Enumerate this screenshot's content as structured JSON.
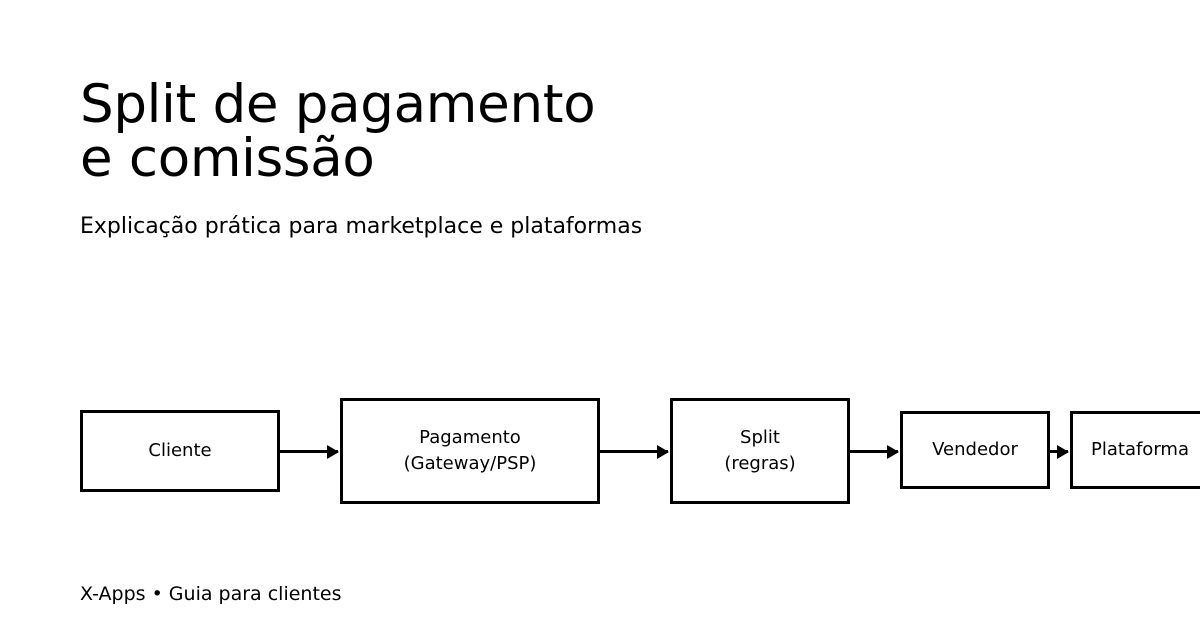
{
  "slide": {
    "background_color": "#ffffff",
    "text_color": "#000000",
    "title": "Split de pagamento\ne comissão",
    "subtitle": "Explicação prática para marketplace e plataformas",
    "footer": "X-Apps • Guia para clientes"
  },
  "diagram": {
    "type": "flow",
    "orientation": "horizontal",
    "stroke_color": "#000000",
    "fill_color": "#ffffff",
    "nodes": [
      {
        "label": "Cliente"
      },
      {
        "label": "Pagamento\n(Gateway/PSP)"
      },
      {
        "label": "Split\n(regras)"
      },
      {
        "label": "Vendedor"
      },
      {
        "label": "Plataforma"
      }
    ],
    "arrows": [
      {
        "from": "Cliente",
        "to": "Pagamento (Gateway/PSP)"
      },
      {
        "from": "Pagamento (Gateway/PSP)",
        "to": "Split (regras)"
      },
      {
        "from": "Split (regras)",
        "to": "Vendedor"
      },
      {
        "from": "Vendedor",
        "to": "Plataforma"
      }
    ]
  }
}
